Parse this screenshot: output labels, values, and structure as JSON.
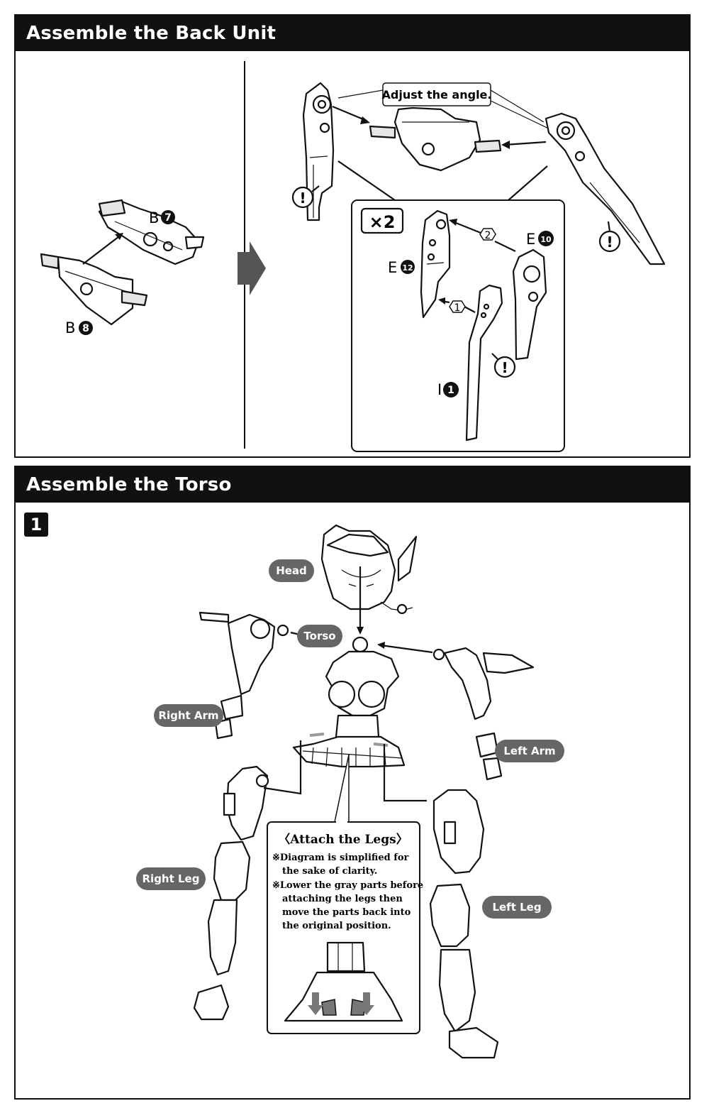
{
  "back_unit": {
    "title": "Assemble the Back Unit",
    "adjust_label": "Adjust the angle.",
    "multiplier_label": "×2",
    "parts": {
      "b7": {
        "letter": "B",
        "number": "7"
      },
      "b8": {
        "letter": "B",
        "number": "8"
      },
      "e10": {
        "letter": "E",
        "number": "10"
      },
      "e12": {
        "letter": "E",
        "number": "12"
      },
      "i1": {
        "letter": "I",
        "number": "1"
      }
    },
    "steps": {
      "one": "1",
      "two": "2"
    },
    "caution_symbol": "!"
  },
  "torso": {
    "title": "Assemble the Torso",
    "step_number": "1",
    "labels": {
      "head": "Head",
      "torso": "Torso",
      "right_arm": "Right Arm",
      "left_arm": "Left Arm",
      "right_leg": "Right Leg",
      "left_leg": "Left Leg"
    },
    "callout": {
      "title": "〈Attach the Legs〉",
      "note1_line1": "※Diagram is simplified for",
      "note1_line2": "the sake of clarity.",
      "note2_line1": "※Lower the gray parts before",
      "note2_line2": "attaching the legs then",
      "note2_line3": "move the parts back into",
      "note2_line4": "the original position."
    }
  },
  "colors": {
    "ink": "#111111",
    "pill": "#666666",
    "paper": "#ffffff",
    "gray_part": "#999999"
  }
}
